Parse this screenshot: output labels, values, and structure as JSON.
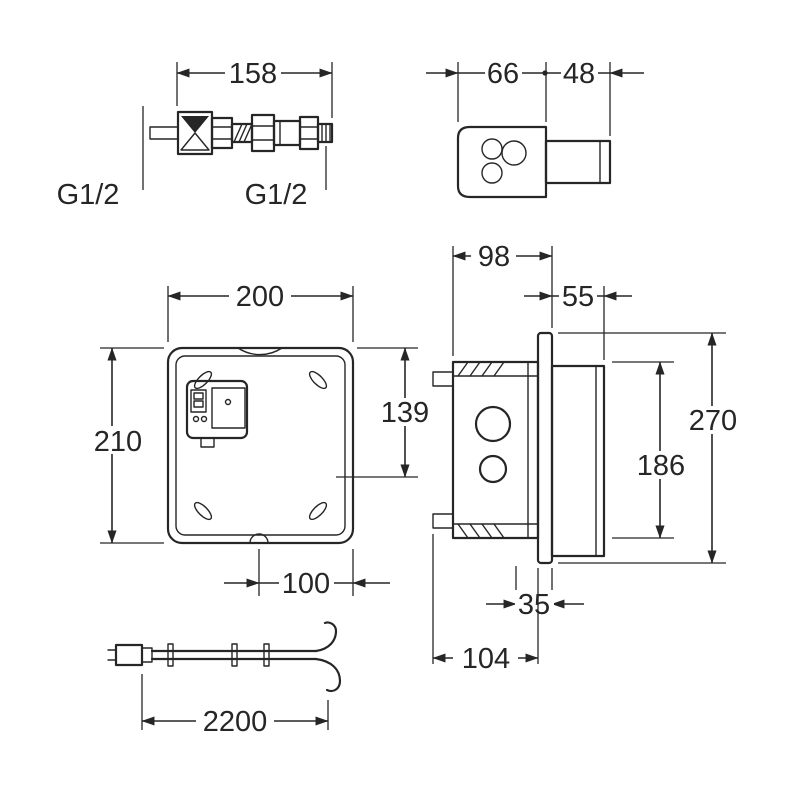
{
  "colors": {
    "background": "#ffffff",
    "ink": "#262626"
  },
  "views": {
    "valve": {
      "dim_length": "158",
      "thread_left": "G1/2",
      "thread_right": "G1/2"
    },
    "box_top": {
      "dim_width": "66",
      "dim_depth": "48"
    },
    "front": {
      "dim_width": "200",
      "dim_height": "210",
      "dim_component_offset": "139",
      "dim_outlet_offset": "100"
    },
    "side": {
      "dim_depth": "98",
      "dim_cover_depth": "55",
      "dim_plate_height": "270",
      "dim_box_height": "186",
      "dim_front_offset": "35",
      "dim_total_depth": "104"
    },
    "cable": {
      "dim_length": "2200"
    }
  }
}
